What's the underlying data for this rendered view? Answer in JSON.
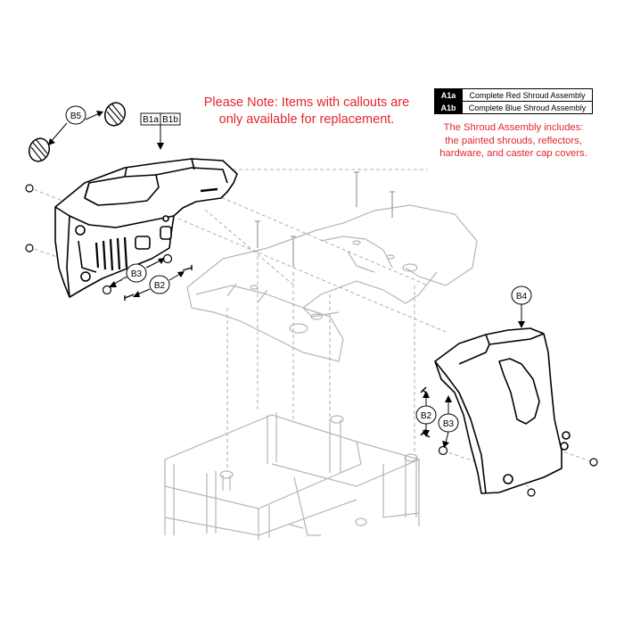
{
  "note": {
    "line1": "Please Note: Items with callouts are",
    "line2": "only available for replacement."
  },
  "legend": [
    {
      "code": "A1a",
      "description": "Complete Red Shroud Assembly"
    },
    {
      "code": "A1b",
      "description": "Complete Blue Shroud Assembly"
    }
  ],
  "assembly_note": {
    "line1": "The Shroud Assembly includes:",
    "line2": "the painted shrouds, reflectors,",
    "line3": "hardware, and caster cap covers."
  },
  "callouts": {
    "b5": "B5",
    "b1a": "B1a",
    "b1b": "B1b",
    "b3_left": "B3",
    "b2_left": "B2",
    "b4": "B4",
    "b2_right": "B2",
    "b3_right": "B3"
  },
  "colors": {
    "note_red": "#e4252b",
    "line_dark": "#000000",
    "line_light": "#b5b5b5"
  }
}
